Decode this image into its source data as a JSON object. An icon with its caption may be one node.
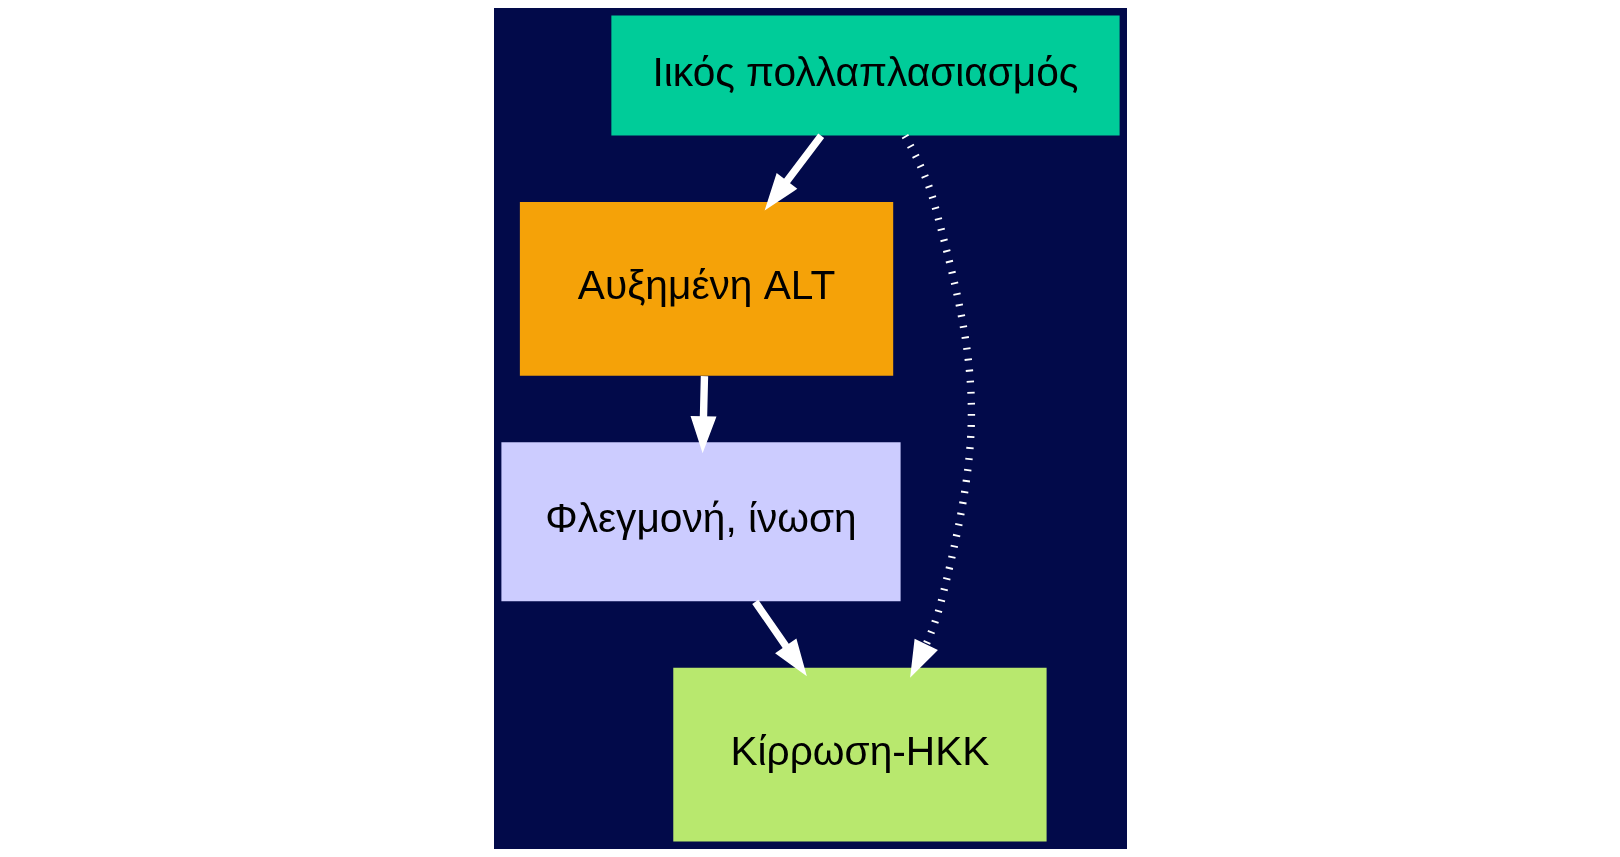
{
  "diagram": {
    "nodes": [
      {
        "text": [
          "Ιικός πολλαπλασιασμός"
        ]
      },
      {
        "text": [
          "Αυξημένη ALT"
        ]
      },
      {
        "text": [
          "Φλεγμονή, ίνωση"
        ]
      },
      {
        "text": [
          "Κίρρωση-ΗΚΚ"
        ]
      }
    ],
    "edges": [
      {
        "from": 0,
        "to": 1,
        "arrow": "to"
      },
      {
        "from": 1,
        "to": 2,
        "arrow": "to"
      },
      {
        "from": 2,
        "to": 3,
        "arrow": "to"
      },
      {
        "from": 0,
        "to": 3,
        "arrow": "to",
        "style": "dashed"
      }
    ]
  }
}
